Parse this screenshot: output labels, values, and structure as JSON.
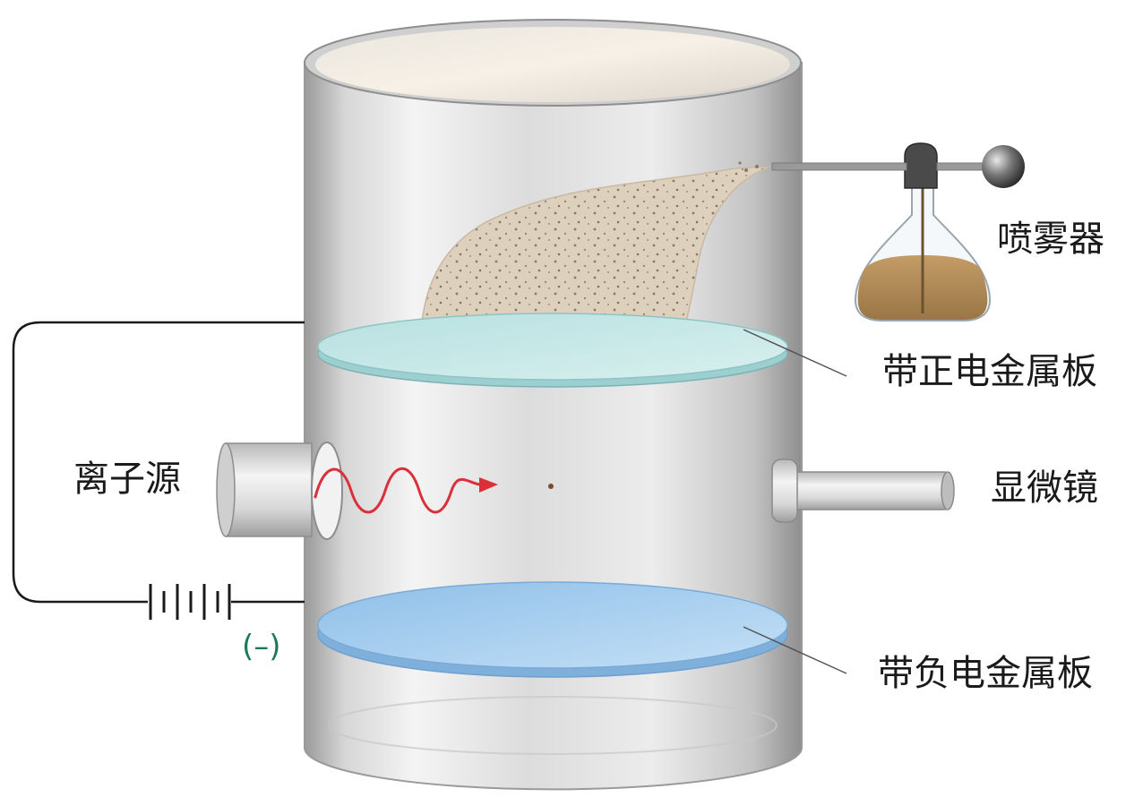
{
  "labels": {
    "atomizer": "喷雾器",
    "positive_plate": "带正电金属板",
    "ion_source": "离子源",
    "microscope": "显微镜",
    "negative_plate": "带负电金属板",
    "battery_sign": "(–)"
  },
  "colors": {
    "positive_plate": "#bfe6e6",
    "negative_plate": "#9cc8ee",
    "ion_wave": "#d9303a",
    "oil_mist": "#d9c6ad",
    "oil_liquid": "#a8814c",
    "battery_sign": "#1a7a5a"
  }
}
